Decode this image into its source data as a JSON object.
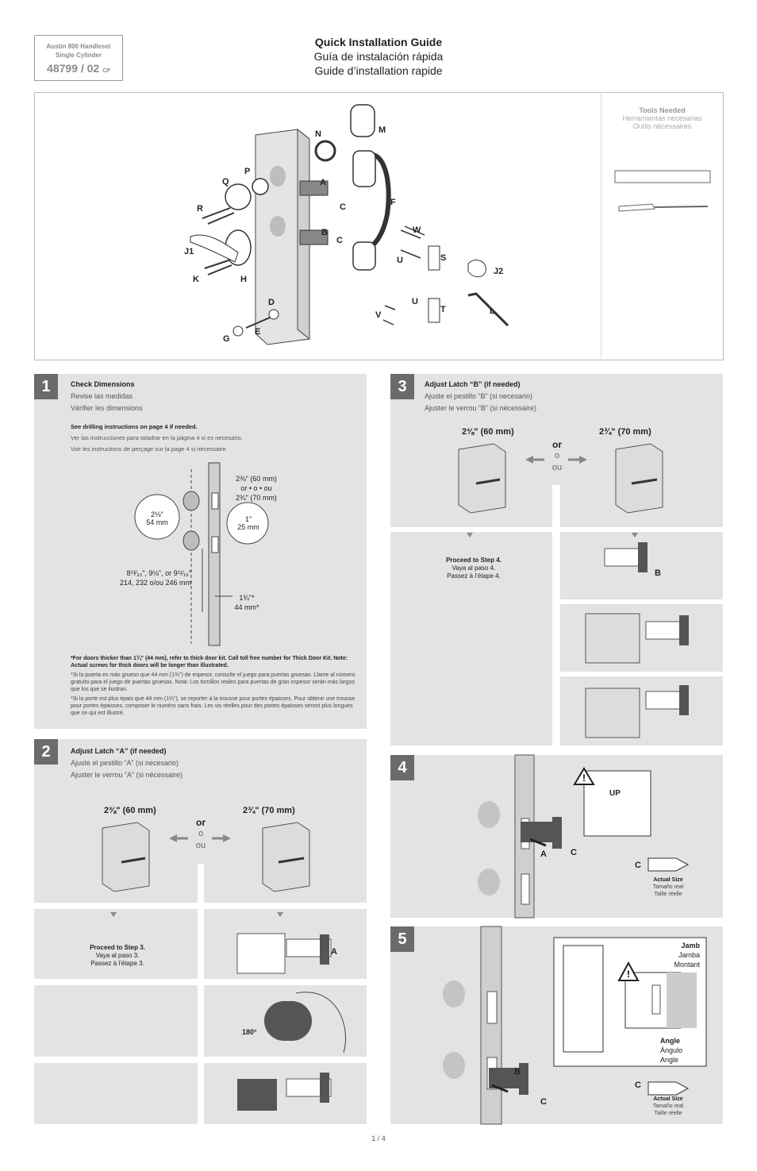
{
  "product": {
    "line1": "Austin 800 Handleset",
    "line2": "Single Cylinder",
    "model": "48799 / 02",
    "cp": "CP"
  },
  "title": {
    "en": "Quick Installation Guide",
    "es": "Guía de instalación rápida",
    "fr": "Guide d’installation rapide"
  },
  "tools": {
    "en": "Tools Needed",
    "es": "Herramientas necesarias",
    "fr": "Outils nécessaires"
  },
  "parts": [
    "N",
    "M",
    "Q",
    "P",
    "A",
    "C",
    "R",
    "F",
    "W",
    "B",
    "C",
    "J1",
    "U",
    "S",
    "K",
    "H",
    "J2",
    "D",
    "U",
    "V",
    "T",
    "L",
    "G",
    "E"
  ],
  "step1": {
    "num": "1",
    "title": "Check Dimensions",
    "es": "Revise las medidas",
    "fr": "Vérifier les dimensions",
    "drill_en": "See drilling instructions on page 4 if needed.",
    "drill_es": "Ver las instrucciones para taladrar en la página 4 si es necesario.",
    "drill_fr": "Voir les instructions de perçage sur la page 4 si nécessaire.",
    "bs1": "2⅜\" (60 mm)",
    "bs2": "or • o • ou",
    "bs3": "2¾\" (70 mm)",
    "hole1": "2⅛\"",
    "hole2": "54 mm",
    "edge1": "1\"",
    "edge2": "25 mm",
    "cc1": "8¹³⁄₃₂\", 9⅛\", or 9¹¹⁄₁₆\"",
    "cc2": "214, 232 o/ou 246 mm",
    "th1": "1¾\"*",
    "th2": "44 mm*",
    "note_en": "*For doors thicker than 1¾\" (44 mm), refer to thick door kit. Call toll free number for Thick Door Kit. Note: Actual screws for thick doors will be longer than illustrated.",
    "note_es": "*Si la puerta es más grueso que 44 mm (1¾\") de espesor, consulte el juego para puertas gruesas. Llame al número gratuito para el juego de puertas gruesas. Nota: Los tornillos reales para puertas de gran espesor serán más largos que los que se ilustran.",
    "note_fr": "*Si la porte est plus épais que 44 mm (1¾\"), se reporter à la trousse pour portes épaisses. Pour obtenir une trousse pour portes épaisses, composer le numéro sans frais. Les vis réelles pour des portes épaisses seront plus longues que ce qui est illustré."
  },
  "step2": {
    "num": "2",
    "title": "Adjust Latch “A” (if needed)",
    "es": "Ajuste el pestillo “A” (si necesario)",
    "fr": "Ajuster le verrou “A” (si nécessaire)",
    "d60": "2⅜\" (60 mm)",
    "d70": "2¾\" (70 mm)",
    "or": "or",
    "o": "o",
    "ou": "ou",
    "p1": "Proceed to Step 3.",
    "p2": "Vaya al paso 3.",
    "p3": "Passez à l’étape 3.",
    "label": "A",
    "rot": "180°"
  },
  "step3": {
    "num": "3",
    "title": "Adjust Latch “B” (if needed)",
    "es": "Ajuste el pestillo “B” (si necesario)",
    "fr": "Ajuster le verrou “B” (si nécessaire)",
    "d60": "2⅜\" (60 mm)",
    "d70": "2¾\" (70 mm)",
    "or": "or",
    "o": "o",
    "ou": "ou",
    "p1": "Proceed to Step 4.",
    "p2": "Vaya al paso 4.",
    "p3": "Passez à l’étape 4.",
    "label": "B"
  },
  "step4": {
    "num": "4",
    "up": "UP",
    "a": "A",
    "c": "C",
    "cc": "C",
    "size_en": "Actual Size",
    "size_es": "Tamaño real",
    "size_fr": "Taille réelle"
  },
  "step5": {
    "num": "5",
    "jamb_en": "Jamb",
    "jamb_es": "Jamba",
    "jamb_fr": "Montant",
    "angle_en": "Angle",
    "angle_es": "Ángulo",
    "angle_fr": "Angle",
    "b": "B",
    "c": "C",
    "cc": "C",
    "size_en": "Actual Size",
    "size_es": "Tamaño real",
    "size_fr": "Taille réelle"
  },
  "page": "1 / 4"
}
